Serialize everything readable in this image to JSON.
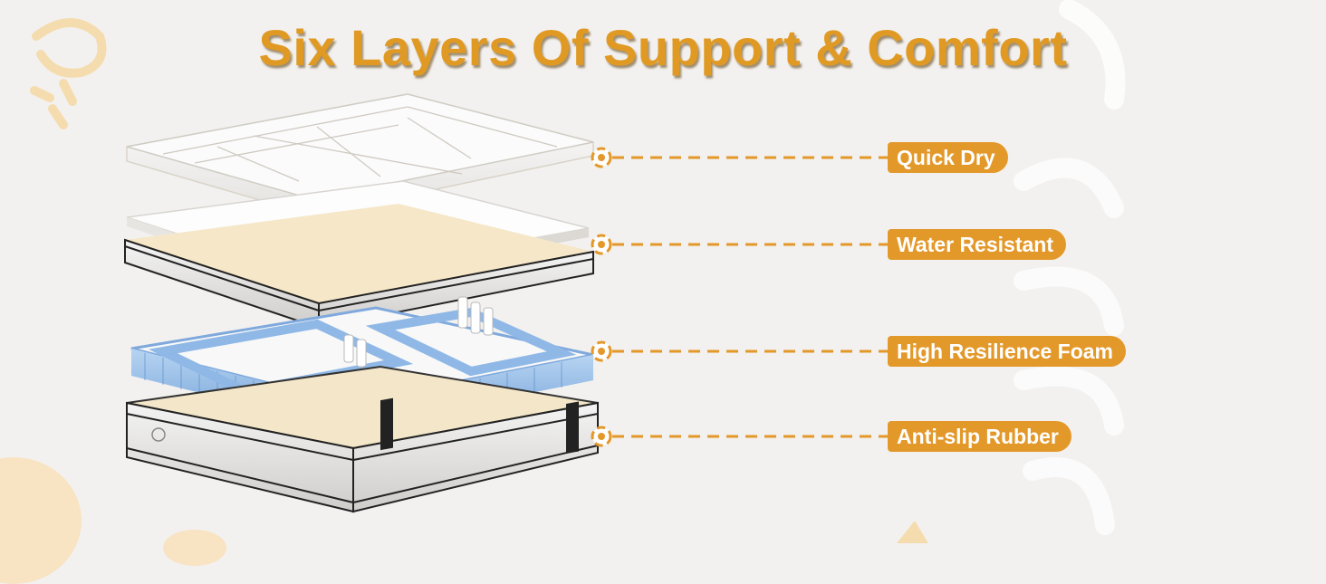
{
  "header": {
    "title": "Six Layers Of Support & Comfort"
  },
  "layers": [
    {
      "label": "Quick Dry"
    },
    {
      "label": "Water Resistant"
    },
    {
      "label": "High Resilience Foam"
    },
    {
      "label": "Anti-slip Rubber"
    }
  ],
  "colors": {
    "accent": "#e3982a",
    "title": "#e09a24",
    "background": "#f3f1ef",
    "spring_blue": "#8fb8e6"
  }
}
